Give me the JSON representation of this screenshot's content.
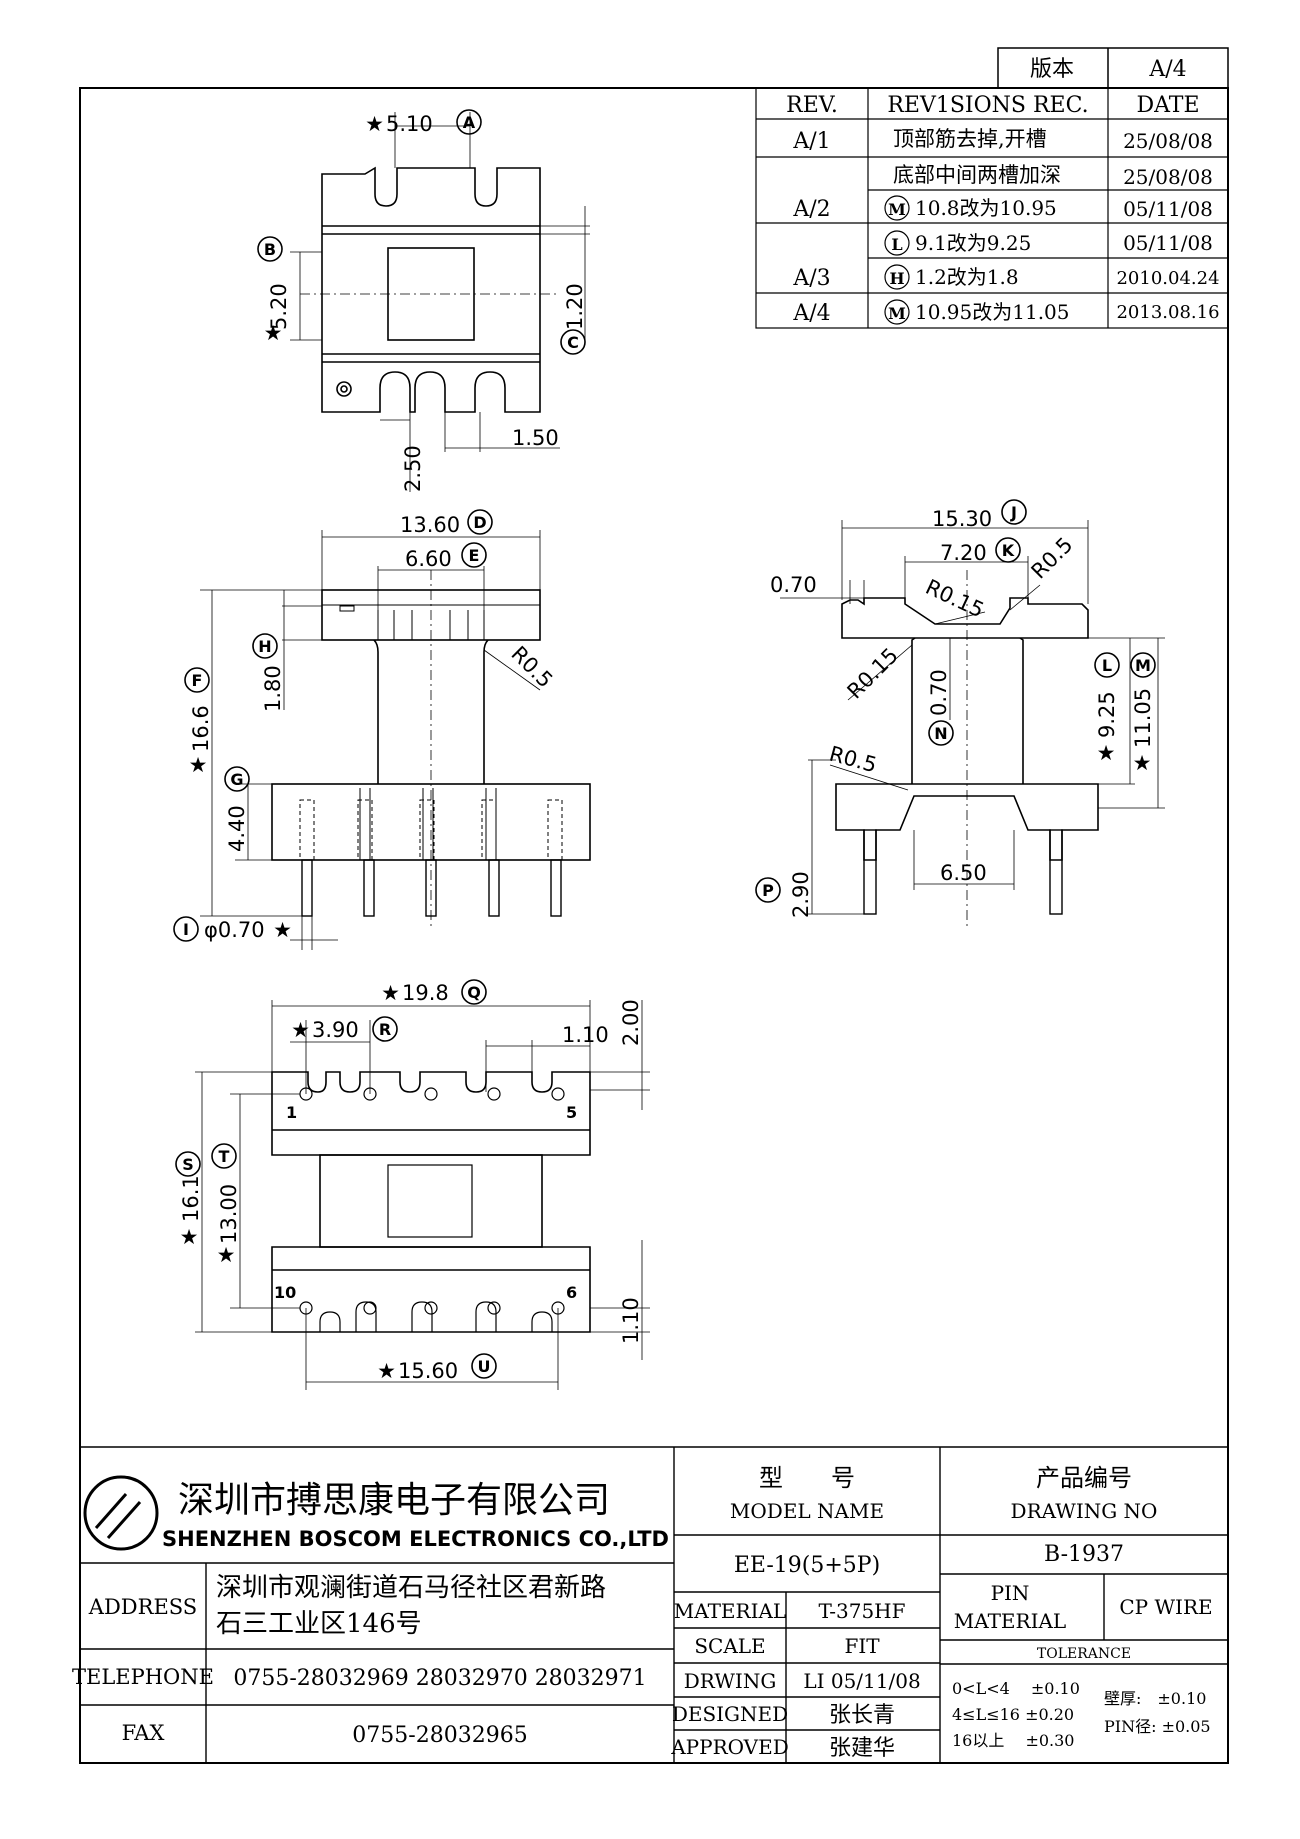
{
  "version_box": {
    "label": "版本",
    "value": "A/4"
  },
  "revisions": {
    "headers": {
      "rev": "REV.",
      "rec": "REV1SIONS REC.",
      "date": "DATE"
    },
    "rows": [
      {
        "rev": "A/1",
        "circle": "",
        "text": "顶部筋去掉,开槽",
        "date": "25/08/08"
      },
      {
        "rev": "",
        "circle": "",
        "text": "底部中间两槽加深",
        "date": "25/08/08"
      },
      {
        "rev": "A/2",
        "circle": "M",
        "text": "10.8改为10.95",
        "date": "05/11/08"
      },
      {
        "rev": "",
        "circle": "L",
        "text": "9.1改为9.25",
        "date": "05/11/08"
      },
      {
        "rev": "A/3",
        "circle": "H",
        "text": "1.2改为1.8",
        "date": "2010.04.24"
      },
      {
        "rev": "A/4",
        "circle": "M",
        "text": "10.95改为11.05",
        "date": "2013.08.16"
      }
    ]
  },
  "top_view": {
    "dim_a": "5.10",
    "label_a": "A",
    "dim_b": "5.20",
    "label_b": "B",
    "dim_c": "1.20",
    "label_c": "C",
    "dim_slot_h": "2.50",
    "dim_slot_w": "1.50",
    "star": "★"
  },
  "front_view": {
    "dim_d": "13.60",
    "label_d": "D",
    "dim_e": "6.60",
    "label_e": "E",
    "dim_f": "16.6",
    "label_f": "F",
    "dim_h": "1.80",
    "label_h": "H",
    "dim_g": "4.40",
    "label_g": "G",
    "dim_i": "φ0.70",
    "label_i": "I",
    "radius": "R0.5"
  },
  "side_view": {
    "dim_j": "15.30",
    "label_j": "J",
    "dim_k": "7.20",
    "label_k": "K",
    "r_top": "R0.5",
    "r_small_a": "R0.15",
    "r_small_b": "R0.15",
    "r_low": "R0.5",
    "dim_070_left": "0.70",
    "dim_n": "0.70",
    "label_n": "N",
    "dim_l": "9.25",
    "label_l": "L",
    "dim_m": "11.05",
    "label_m": "M",
    "dim_p": "2.90",
    "label_p": "P",
    "dim_base": "6.50"
  },
  "bottom_view": {
    "dim_q": "19.8",
    "label_q": "Q",
    "dim_r": "3.90",
    "label_r": "R",
    "dim_top_slot": "1.10",
    "dim_top_h": "2.00",
    "dim_s": "16.1",
    "label_s": "S",
    "dim_t": "13.00",
    "label_t": "T",
    "dim_bottom_slot": "1.10",
    "dim_u": "15.60",
    "label_u": "U",
    "pin_1": "1",
    "pin_5": "5",
    "pin_10": "10",
    "pin_6": "6"
  },
  "title_block": {
    "company_cn": "深圳市搏思康电子有限公司",
    "company_en": "SHENZHEN BOSCOM ELECTRONICS CO.,LTD",
    "address_label": "ADDRESS",
    "address_line1": "深圳市观澜街道石马径社区君新路",
    "address_line2": "石三工业区146号",
    "telephone_label": "TELEPHONE",
    "telephone": "0755-28032969 28032970 28032971",
    "fax_label": "FAX",
    "fax": "0755-28032965",
    "model_cn": "型　　号",
    "model_en": "MODEL NAME",
    "model_value": "EE-19(5+5P)",
    "drawing_cn": "产品编号",
    "drawing_en": "DRAWING NO",
    "drawing_value": "B-1937",
    "material_label": "MATERIAL",
    "material_value": "T-375HF",
    "scale_label": "SCALE",
    "scale_value": "FIT",
    "drwing_label": "DRWING",
    "drwing_value": "LI 05/11/08",
    "designed_label": "DESIGNED",
    "designed_value": "张长青",
    "approved_label": "APPROVED",
    "approved_value": "张建华",
    "pin_material_label_1": "PIN",
    "pin_material_label_2": "MATERIAL",
    "pin_material_value": "CP WIRE",
    "tolerance_label": "TOLERANCE",
    "tol_1": "0<L<4　 ±0.10",
    "tol_2": "4≤L≤16 ±0.20",
    "tol_3": "16以上　 ±0.30",
    "tol_wall": "壁厚:　±0.10",
    "tol_pin": "PIN径: ±0.05"
  }
}
